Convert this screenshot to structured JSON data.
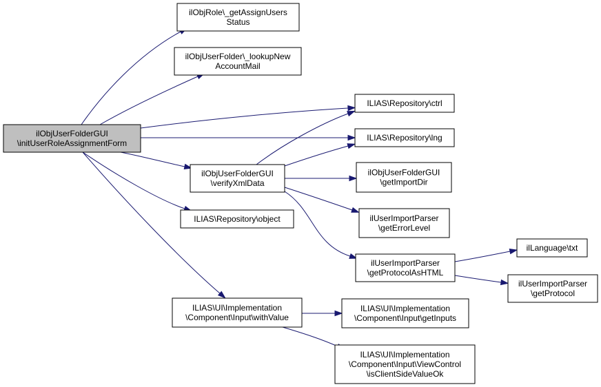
{
  "nodes": [
    {
      "id": "root",
      "lines": [
        "ilObjUserFolderGUI",
        "\\initUserRoleAssignmentForm"
      ]
    },
    {
      "id": "getAssignUsersStatus",
      "lines": [
        "ilObjRole\\_getAssignUsers",
        "Status"
      ]
    },
    {
      "id": "lookupNewAccountMail",
      "lines": [
        "ilObjUserFolder\\_lookupNew",
        "AccountMail"
      ]
    },
    {
      "id": "repoCtrl",
      "lines": [
        "ILIAS\\Repository\\ctrl"
      ]
    },
    {
      "id": "repoLng",
      "lines": [
        "ILIAS\\Repository\\lng"
      ]
    },
    {
      "id": "verifyXmlData",
      "lines": [
        "ilObjUserFolderGUI",
        "\\verifyXmlData"
      ]
    },
    {
      "id": "getImportDir",
      "lines": [
        "ilObjUserFolderGUI",
        "\\getImportDir"
      ]
    },
    {
      "id": "repoObject",
      "lines": [
        "ILIAS\\Repository\\object"
      ]
    },
    {
      "id": "getErrorLevel",
      "lines": [
        "ilUserImportParser",
        "\\getErrorLevel"
      ]
    },
    {
      "id": "getProtocolAsHTML",
      "lines": [
        "ilUserImportParser",
        "\\getProtocolAsHTML"
      ]
    },
    {
      "id": "langTxt",
      "lines": [
        "ilLanguage\\txt"
      ]
    },
    {
      "id": "getProtocol",
      "lines": [
        "ilUserImportParser",
        "\\getProtocol"
      ]
    },
    {
      "id": "withValue",
      "lines": [
        "ILIAS\\UI\\Implementation",
        "\\Component\\Input\\withValue"
      ]
    },
    {
      "id": "getInputs",
      "lines": [
        "ILIAS\\UI\\Implementation",
        "\\Component\\Input\\getInputs"
      ]
    },
    {
      "id": "isClientSideValueOk",
      "lines": [
        "ILIAS\\UI\\Implementation",
        "\\Component\\Input\\ViewControl",
        "\\isClientSideValueOk"
      ]
    }
  ],
  "edges": [
    {
      "from": "root",
      "to": "getAssignUsersStatus"
    },
    {
      "from": "root",
      "to": "lookupNewAccountMail"
    },
    {
      "from": "root",
      "to": "repoCtrl"
    },
    {
      "from": "root",
      "to": "repoLng"
    },
    {
      "from": "root",
      "to": "verifyXmlData"
    },
    {
      "from": "root",
      "to": "repoObject"
    },
    {
      "from": "root",
      "to": "withValue"
    },
    {
      "from": "verifyXmlData",
      "to": "repoCtrl"
    },
    {
      "from": "verifyXmlData",
      "to": "repoLng"
    },
    {
      "from": "verifyXmlData",
      "to": "getImportDir"
    },
    {
      "from": "verifyXmlData",
      "to": "getErrorLevel"
    },
    {
      "from": "verifyXmlData",
      "to": "getProtocolAsHTML"
    },
    {
      "from": "getProtocolAsHTML",
      "to": "langTxt"
    },
    {
      "from": "getProtocolAsHTML",
      "to": "getProtocol"
    },
    {
      "from": "withValue",
      "to": "getInputs"
    },
    {
      "from": "withValue",
      "to": "isClientSideValueOk"
    }
  ]
}
